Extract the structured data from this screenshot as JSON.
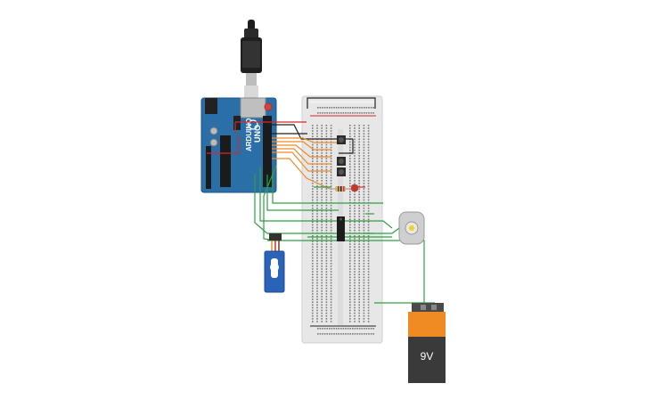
{
  "arduino": {
    "brand_text": "ARDUINO",
    "model_text": "UNO",
    "board_color": "#2a6fa8"
  },
  "battery": {
    "label": "9V",
    "top_color": "#f08a23",
    "body_color": "#3a3a3a"
  },
  "wire_colors": {
    "red": "#d32b2b",
    "black": "#222222",
    "orange": "#ef8a2a",
    "green": "#2ea043"
  },
  "components": [
    "usb-cable",
    "arduino-uno",
    "breadboard",
    "push-buttons",
    "resistor",
    "led",
    "motor-driver-ic",
    "dc-motor",
    "servo-motor",
    "9v-battery"
  ]
}
